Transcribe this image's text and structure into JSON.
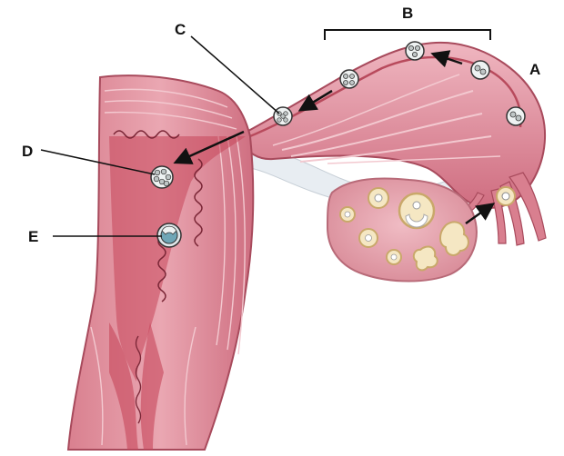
{
  "labels": {
    "a": "A",
    "b": "B",
    "c": "C",
    "d": "D",
    "e": "E"
  },
  "colors": {
    "tissue_light": "#e9a8b3",
    "tissue_mid": "#d97f8f",
    "tissue_dark": "#b84a5c",
    "lumen": "#c7465a",
    "muscle_stripe": "#f3c9d0",
    "ovary": "#e6a2ad",
    "follicle": "#f5e7c3",
    "ligament": "#e8edf2",
    "arrow": "#111111",
    "leader": "#111111"
  },
  "icons": [
    "cell-cleavage-icon",
    "morula-icon",
    "blastocyst-icon",
    "follicle-icon",
    "arrow-icon"
  ]
}
